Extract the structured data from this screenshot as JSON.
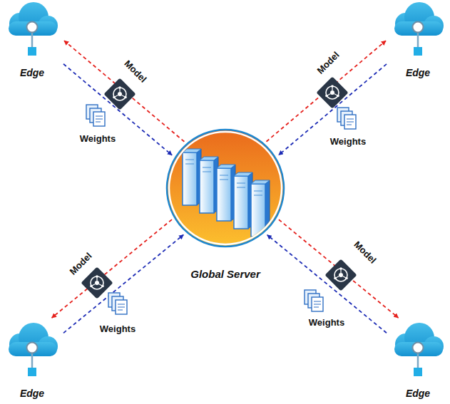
{
  "diagram": {
    "nodes": [
      {
        "text": [
          "Edge"
        ]
      },
      {
        "text": [
          "Edge"
        ]
      },
      {
        "text": [
          "Global Server"
        ]
      },
      {
        "text": [
          "Edge"
        ]
      },
      {
        "text": [
          "Edge"
        ]
      }
    ],
    "edges": [
      {
        "from": 2,
        "to": 0,
        "label": "Model",
        "arrow": "to"
      },
      {
        "from": 0,
        "to": 2,
        "label": "Weights",
        "arrow": "to"
      },
      {
        "from": 2,
        "to": 1,
        "label": "Model",
        "arrow": "to"
      },
      {
        "from": 1,
        "to": 2,
        "label": "Weights",
        "arrow": "to"
      },
      {
        "from": 2,
        "to": 3,
        "label": "Model",
        "arrow": "to"
      },
      {
        "from": 3,
        "to": 2,
        "label": "Weights",
        "arrow": "to"
      },
      {
        "from": 2,
        "to": 4,
        "label": "Model",
        "arrow": "to"
      },
      {
        "from": 4,
        "to": 2,
        "label": "Weights",
        "arrow": "to"
      }
    ]
  }
}
